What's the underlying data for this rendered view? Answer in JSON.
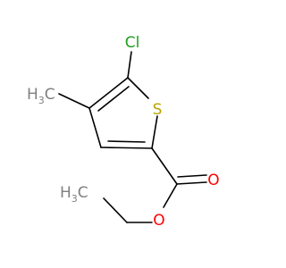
{
  "molecule": {
    "atoms": {
      "chlorine": {
        "label": "Cl",
        "color": "#1f9f1f"
      },
      "sulfur": {
        "label": "S",
        "color": "#b8a400"
      },
      "methyl": {
        "label": "H",
        "subscript": "3",
        "suffix": "C",
        "color": "#808080"
      },
      "ethyl": {
        "label": "H",
        "subscript": "3",
        "suffix": "C",
        "color": "#808080"
      },
      "carbonyl_oxygen": {
        "label": "O",
        "color": "#ff0000"
      },
      "ester_oxygen": {
        "label": "O",
        "color": "#ff0000"
      }
    }
  }
}
